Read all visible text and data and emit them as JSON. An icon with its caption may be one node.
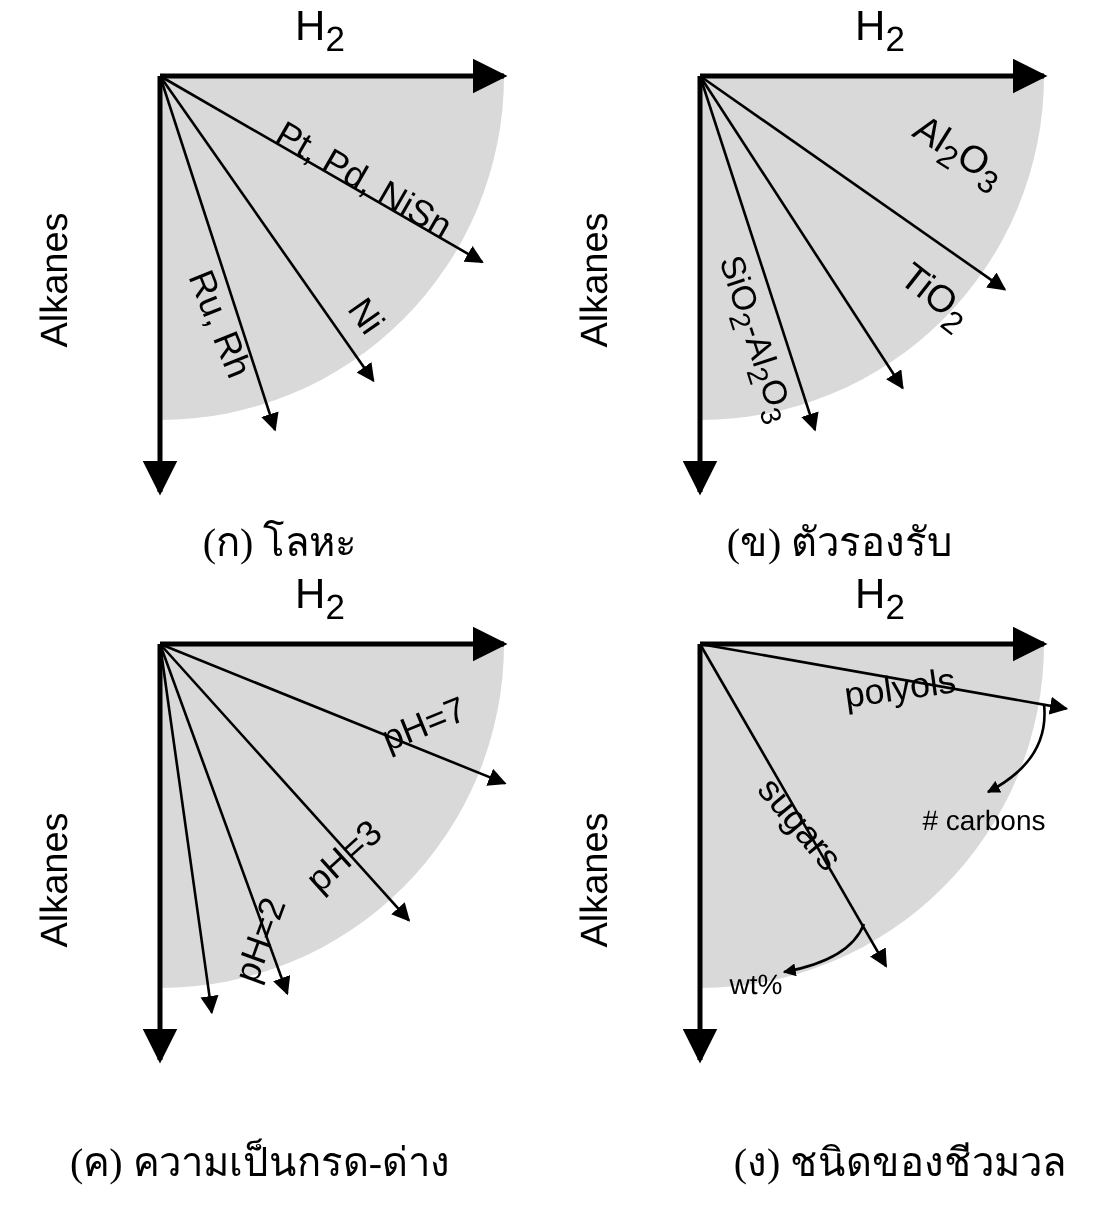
{
  "diagram": {
    "labels": [
      "H$_{2}$",
      "Pt, Pd, NiSn",
      "Alkanes",
      "Ru, Rh",
      "Ni",
      "(ก) โลหะ",
      "H$_{2}$",
      "Al$_{2}$O$_{3}$",
      "SiO$_{2}$-Al$_{2}$O$_{3}$",
      "TiO$_{2}$",
      "Alkanes",
      "(ข) ตัวรองรับ",
      "H$_{2}$",
      "pH=7",
      "Alkanes",
      "pH=3",
      "pH=2",
      "(ค) ความเป็นกรด-ด่าง",
      "H$_{2}$",
      "polyols",
      "Alkanes",
      "sugars",
      "# carbons",
      "wt%",
      "(ง) ชนิดของชีวมวล"
    ]
  }
}
